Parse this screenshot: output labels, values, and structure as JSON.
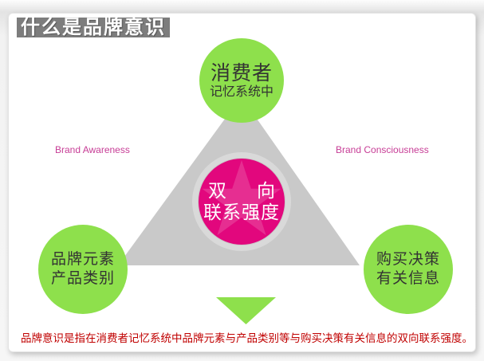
{
  "slide": {
    "title": "什么是品牌意识",
    "labels": {
      "left": "Brand Awareness",
      "right": "Brand Consciousness"
    },
    "nodes": {
      "top": {
        "line1": "消费者",
        "line2": "记忆系统中"
      },
      "center": {
        "word1": "双",
        "word2": "向",
        "line2": "联系强度"
      },
      "bottom_left": {
        "line1": "品牌元素",
        "line2": "产品类别"
      },
      "bottom_right": {
        "line1": "购买决策",
        "line2": "有关信息"
      }
    },
    "footer": "品牌意识是指在消费者记忆系统中品牌元素与产品类别等与购买决策有关信息的双向联系强度。",
    "colors": {
      "green": "#8ee04c",
      "magenta": "#e2077d",
      "triangle_gray": "#c9c9c9",
      "ring_gray": "#d9d9d9",
      "title_bg": "#7d7d7d",
      "label_pink": "#c73d96",
      "footer_red": "#c00000"
    }
  }
}
